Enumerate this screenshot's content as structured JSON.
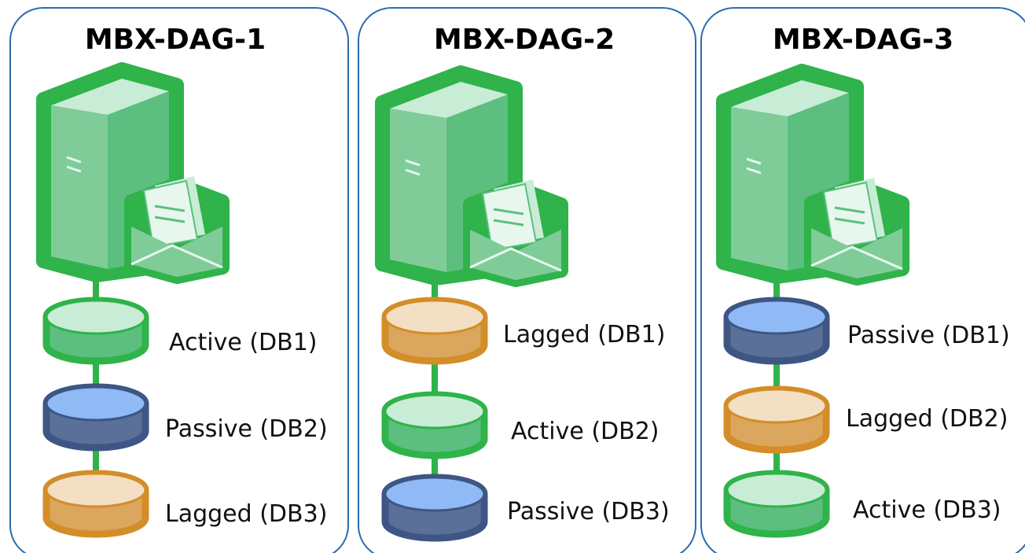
{
  "colors": {
    "panel_border": "#2b6cb0",
    "server_green": "#2fb34a",
    "active_fill": "#5cbf7f",
    "active_top": "#c9ecd6",
    "passive_fill": "#5a7099",
    "passive_top": "#8fbaf6",
    "passive_outline": "#3e5684",
    "lagged_fill": "#dba65d",
    "lagged_top": "#f2dfc4",
    "lagged_outline": "#d38d29"
  },
  "panels": [
    {
      "title": "MBX-DAG-1",
      "databases": [
        {
          "status": "active",
          "label": "Active (DB1)"
        },
        {
          "status": "passive",
          "label": "Passive (DB2)"
        },
        {
          "status": "lagged",
          "label": "Lagged (DB3)"
        }
      ]
    },
    {
      "title": "MBX-DAG-2",
      "databases": [
        {
          "status": "lagged",
          "label": "Lagged (DB1)"
        },
        {
          "status": "active",
          "label": "Active (DB2)"
        },
        {
          "status": "passive",
          "label": "Passive (DB3)"
        }
      ]
    },
    {
      "title": "MBX-DAG-3",
      "databases": [
        {
          "status": "passive",
          "label": "Passive (DB1)"
        },
        {
          "status": "lagged",
          "label": "Lagged (DB2)"
        },
        {
          "status": "active",
          "label": "Active (DB3)"
        }
      ]
    }
  ]
}
